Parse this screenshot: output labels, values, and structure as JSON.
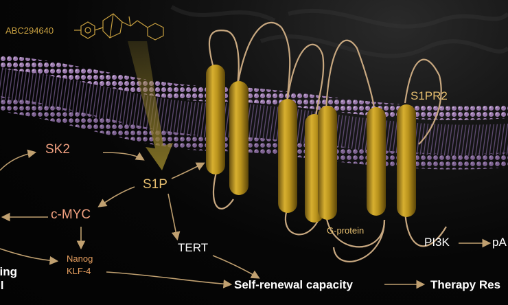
{
  "labels": {
    "drug": "ABC294640",
    "sk2": "SK2",
    "s1p": "S1P",
    "cmyc": "c-MYC",
    "nanog": "Nanog",
    "klf4": "KLF-4",
    "tert": "TERT",
    "s1pr2": "S1PR2",
    "gprotein": "G-protein",
    "pi3k": "PI3K",
    "pa": "pA",
    "initiating": "tiating",
    "cell": "ll",
    "self_renewal": "Self-renewal capacity",
    "therapy": "Therapy Res"
  },
  "colors": {
    "membrane": "#8e6fa0",
    "membrane_tail": "#6a5480",
    "receptor": "#b8921c",
    "receptor_loop": "#c8a880",
    "arrow": "#c0a070",
    "drug_arrow": "#8c7a28",
    "accent_salmon": "#f0a080",
    "accent_gold": "#e8c070"
  }
}
